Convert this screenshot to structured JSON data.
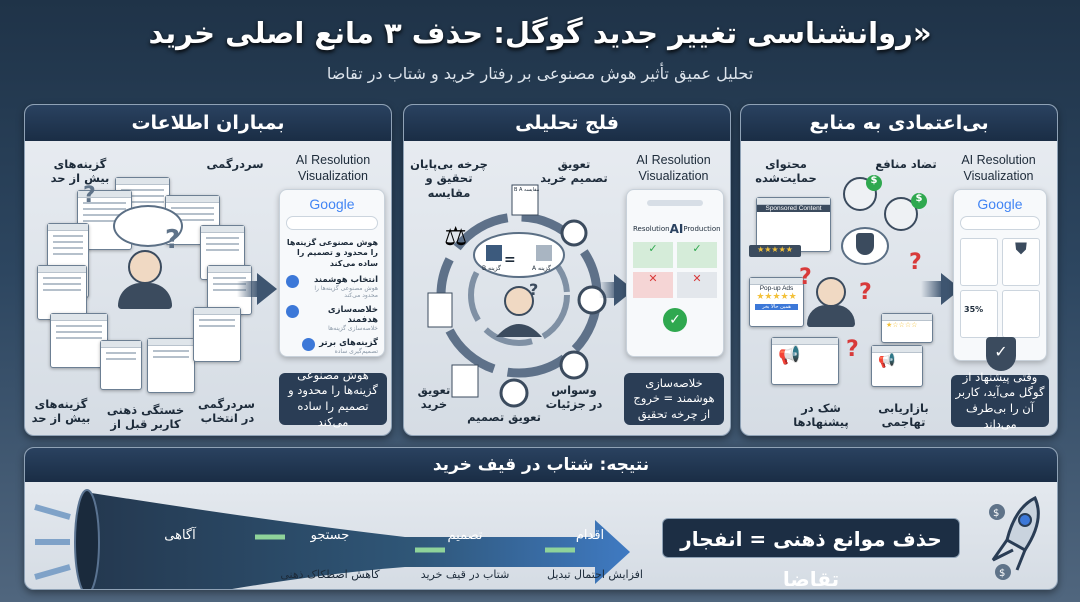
{
  "header": {
    "title": "«روانشناسی تغییر جدید گوگل: حذف ۳ مانع اصلی خرید",
    "subtitle": "تحلیل عمیق تأثیر هوش مصنوعی بر رفتار خرید و شتاب در تقاضا"
  },
  "panels": [
    {
      "title": "بمباران اطلاعات",
      "ai_title": "AI Resolution Visualization",
      "brand": "Google",
      "labels": [
        "گزینه‌های بیش از حد",
        "سردرگمی",
        "گزینه‌های بیش از حد",
        "خستگی ذهنی کاربر قبل از خرید",
        "سردرگمی در انتخاب"
      ],
      "card_heading": "هوش مصنوعی گزینه‌ها را محدود و تصمیم را ساده می‌کند",
      "card_items": [
        {
          "title": "انتخاب هوشمند",
          "text": "هوش مصنوعی گزینه‌ها را محدود می‌کند"
        },
        {
          "title": "خلاصه‌سازی هدفمند",
          "text": "خلاصه‌سازی گزینه‌ها"
        },
        {
          "title": "گزینه‌های برتر",
          "text": "تصمیم‌گیری ساده"
        }
      ],
      "caption": "هوش مصنوعی گزینه‌ها را محدود و تصمیم را ساده می‌کند"
    },
    {
      "title": "فلج تحلیلی",
      "ai_title": "AI Resolution Visualization",
      "labels": [
        "چرخه بی‌پایان تحقیق و مقایسه",
        "تعویق تصمیم خرید",
        "تعویق خرید",
        "تعویق تصمیم",
        "وسواس در جزئیات"
      ],
      "compare": {
        "a": "گزینه A",
        "b": "گزینه B",
        "eq": "=",
        "sheet": "مقایسه B A"
      },
      "ai_card": {
        "ai": "AI",
        "left": "Resolution",
        "right": "Production"
      },
      "caption": "خلاصه‌سازی هوشمند = خروج از چرخه تحقیق"
    },
    {
      "title": "بی‌اعتمادی به منابع",
      "ai_title": "AI Resolution Visualization",
      "brand": "Google",
      "labels": [
        "محتوای حمایت‌شده",
        "تضاد منافع",
        "شک در پیشنهادها",
        "بازاریابی تهاجمی"
      ],
      "sponsored": "Sponsored Content",
      "popup": "Pop-up Ads",
      "popup_btn": "همین حالا بخر",
      "stat": "35%",
      "caption": "وقتی پیشنهاد از گوگل می‌آید، کاربر آن را بی‌طرف می‌داند"
    }
  ],
  "result": {
    "title": "نتیجه: شتاب در قیف خرید",
    "stages": [
      "آگاهی",
      "جستجو",
      "تصمیم",
      "اقدام"
    ],
    "notes": [
      "کاهش اصطکاک ذهنی",
      "شتاب در قیف خرید",
      "افزایش احتمال تبدیل"
    ],
    "slogan": "حذف موانع ذهنی = انفجار تقاضا"
  },
  "colors": {
    "navy": "#1f3550",
    "accent_blue": "#3c78d8",
    "green": "#2fa84f",
    "red": "#d83a3a"
  },
  "icons": [
    "person-icon",
    "thought-cloud-icon",
    "document-icon",
    "question-mark-icon",
    "scale-icon",
    "magnifier-icon",
    "clock-icon",
    "shield-icon",
    "dollar-icon",
    "megaphone-icon",
    "star-icon",
    "rocket-icon",
    "funnel-icon"
  ]
}
